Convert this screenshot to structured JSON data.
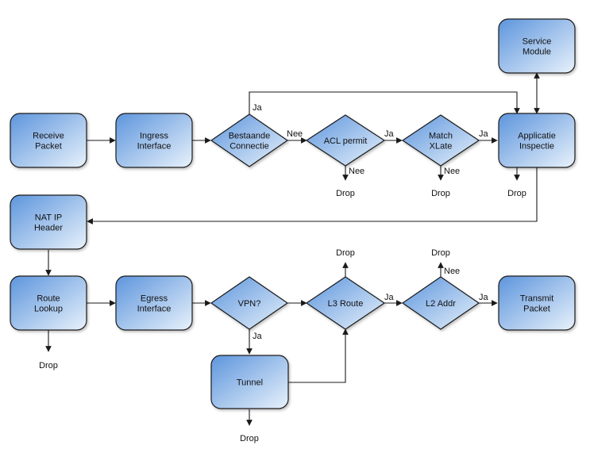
{
  "colors": {
    "node_fill_start": "#5d95dd",
    "node_fill_end": "#e8f2fb",
    "stroke": "#1a1a1a",
    "text": "#111111"
  },
  "nodes": [
    {
      "id": "service",
      "shape": "rect",
      "lines": [
        "Service",
        "Module"
      ]
    },
    {
      "id": "receive",
      "shape": "rect",
      "lines": [
        "Receive",
        "Packet"
      ]
    },
    {
      "id": "ingress",
      "shape": "rect",
      "lines": [
        "Ingress",
        "Interface"
      ]
    },
    {
      "id": "bestaande",
      "shape": "diamond",
      "lines": [
        "Bestaande",
        "Connectie"
      ]
    },
    {
      "id": "acl",
      "shape": "diamond",
      "lines": [
        "ACL permit"
      ]
    },
    {
      "id": "match",
      "shape": "diamond",
      "lines": [
        "Match",
        "XLate"
      ]
    },
    {
      "id": "applicatie",
      "shape": "rect",
      "lines": [
        "Applicatie",
        "Inspectie"
      ]
    },
    {
      "id": "natip",
      "shape": "rect",
      "lines": [
        "NAT IP",
        "Header"
      ]
    },
    {
      "id": "route",
      "shape": "rect",
      "lines": [
        "Route",
        "Lookup"
      ]
    },
    {
      "id": "egress",
      "shape": "rect",
      "lines": [
        "Egress",
        "Interface"
      ]
    },
    {
      "id": "vpn",
      "shape": "diamond",
      "lines": [
        "VPN?"
      ]
    },
    {
      "id": "l3",
      "shape": "diamond",
      "lines": [
        "L3 Route"
      ]
    },
    {
      "id": "l2",
      "shape": "diamond",
      "lines": [
        "L2 Addr"
      ]
    },
    {
      "id": "transmit",
      "shape": "rect",
      "lines": [
        "Transmit",
        "Packet"
      ]
    },
    {
      "id": "tunnel",
      "shape": "rect",
      "lines": [
        "Tunnel"
      ]
    }
  ],
  "edge_labels": {
    "ja_bestaande": "Ja",
    "nee_bestaande": "Nee",
    "ja_acl": "Ja",
    "nee_acl": "Nee",
    "ja_match": "Ja",
    "nee_match": "Nee",
    "ja_vpn": "Ja",
    "ja_l3": "Ja",
    "ja_l2": "Ja",
    "nee_l2": "Nee"
  },
  "drop_labels": {
    "acl": "Drop",
    "match": "Drop",
    "applicatie": "Drop",
    "route": "Drop",
    "l3": "Drop",
    "l2": "Drop",
    "tunnel": "Drop"
  }
}
